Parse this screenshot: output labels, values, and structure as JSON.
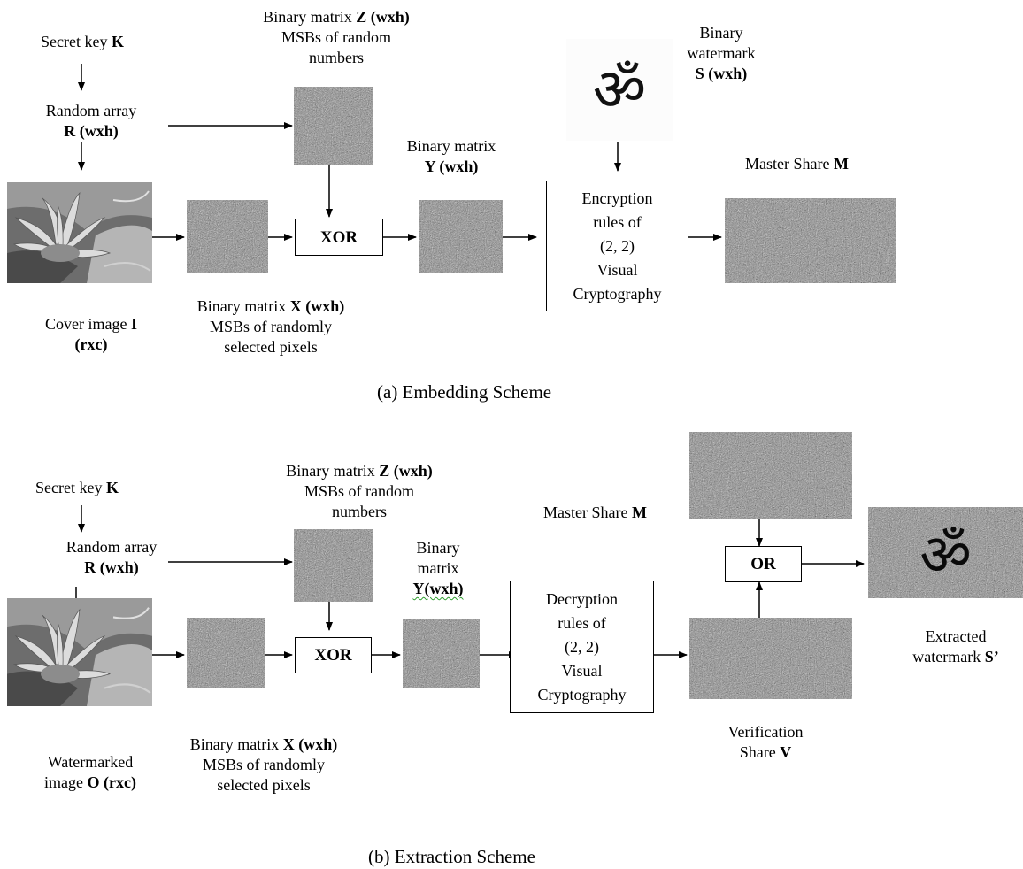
{
  "embedding": {
    "caption": "(a)  Embedding Scheme",
    "secret_key": {
      "text": "Secret key ",
      "bold": "K"
    },
    "random_array": {
      "line1": "Random array",
      "bold": "R (wxh)"
    },
    "matrix_z": {
      "text": "Binary matrix ",
      "bold": "Z (wxh)",
      "line2": "MSBs of random",
      "line3": "numbers"
    },
    "matrix_x": {
      "text": "Binary matrix ",
      "bold": "X (wxh)",
      "line2": "MSBs of randomly",
      "line3": "selected pixels"
    },
    "matrix_y": {
      "line1": "Binary matrix",
      "bold": "Y (wxh)"
    },
    "cover_image": {
      "text": "Cover image ",
      "bold": "I",
      "bold2": "(rxc)"
    },
    "watermark": {
      "line1": "Binary",
      "line2": "watermark",
      "bold": "S (wxh)",
      "glyph": "ॐ"
    },
    "xor": "XOR",
    "encryption_box": [
      "Encryption",
      "rules of",
      "(2, 2)",
      "Visual",
      "Cryptography"
    ],
    "master_share": {
      "text": "Master Share ",
      "bold": "M"
    }
  },
  "extraction": {
    "caption": "(b) Extraction Scheme",
    "secret_key": {
      "text": "Secret key ",
      "bold": "K"
    },
    "random_array": {
      "line1": "Random array",
      "bold": "R (wxh)"
    },
    "matrix_z": {
      "text": "Binary matrix ",
      "bold": "Z (wxh)",
      "line2": "MSBs of random",
      "line3": "numbers"
    },
    "matrix_x": {
      "text": "Binary matrix ",
      "bold": "X (wxh)",
      "line2": "MSBs of randomly",
      "line3": "selected pixels"
    },
    "matrix_y": {
      "line1": "Binary",
      "line2": "matrix",
      "bold": "Y(wxh)"
    },
    "watermarked_image": {
      "line1": "Watermarked",
      "text": "image ",
      "bold": "O (rxc)"
    },
    "xor": "XOR",
    "decryption_box": [
      "Decryption",
      "rules of",
      "(2, 2)",
      "Visual",
      "Cryptography"
    ],
    "master_share": {
      "text": "Master Share ",
      "bold": "M"
    },
    "or": "OR",
    "verification_share": {
      "line1": "Verification",
      "text": "Share ",
      "bold": "V"
    },
    "extracted": {
      "line1": "Extracted",
      "text": "watermark ",
      "bold": "S’",
      "glyph": "ॐ"
    }
  },
  "colors": {
    "noise_base": "#8a8a8a",
    "line": "#000000"
  }
}
